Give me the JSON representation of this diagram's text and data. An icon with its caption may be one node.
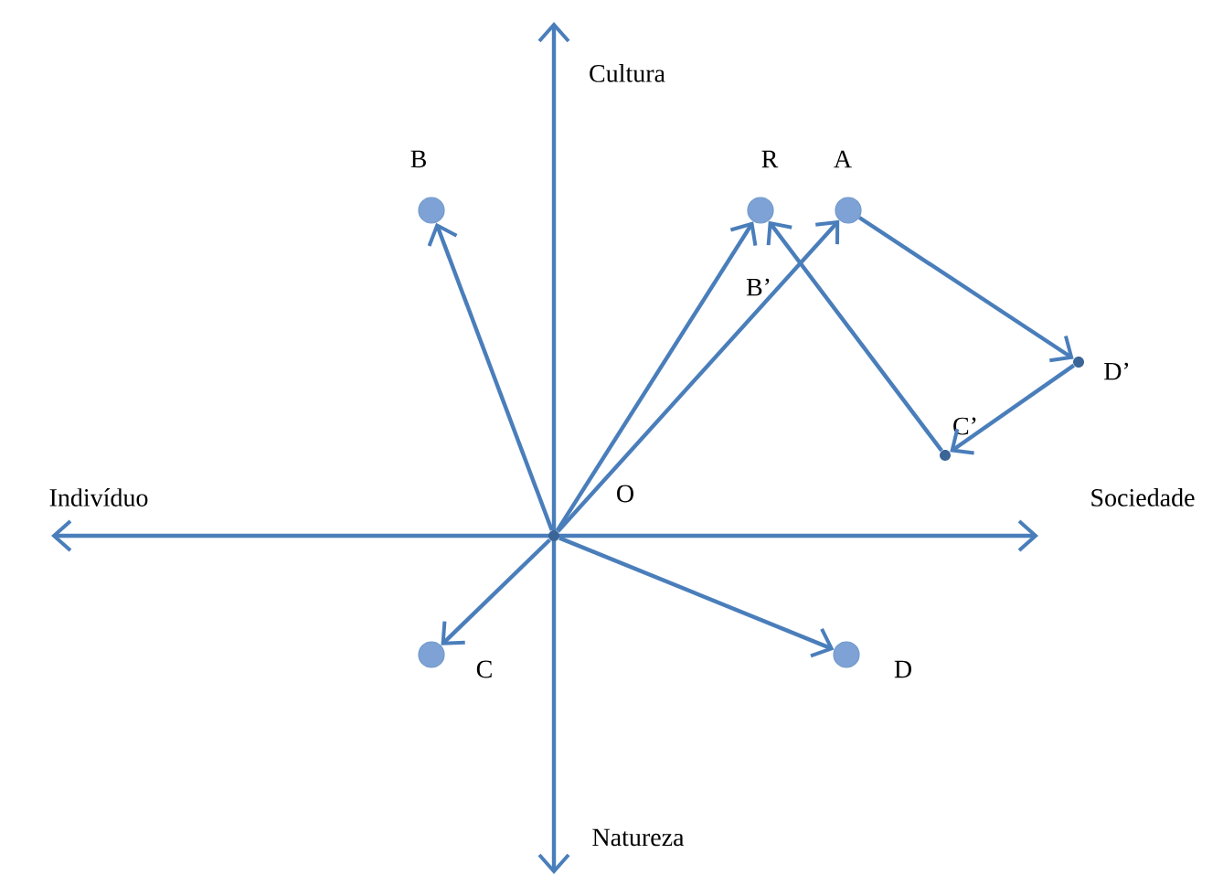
{
  "diagram": {
    "nodes": [
      {
        "text": [],
        "shape": "point",
        "beside": [
          "O"
        ]
      },
      {
        "text": [],
        "shape": "circle",
        "beside": [
          "B"
        ]
      },
      {
        "text": [],
        "shape": "circle",
        "beside": [
          "R"
        ]
      },
      {
        "text": [],
        "shape": "circle",
        "beside": [
          "A"
        ]
      },
      {
        "text": [],
        "shape": "circle",
        "beside": [
          "C"
        ]
      },
      {
        "text": [],
        "shape": "circle",
        "beside": [
          "D"
        ]
      },
      {
        "text": [],
        "shape": "point",
        "beside": [
          "D’"
        ]
      },
      {
        "text": [],
        "shape": "point",
        "beside": [
          "C’"
        ]
      }
    ],
    "edges": [
      {
        "from": 0,
        "to": 1,
        "arrow": "to"
      },
      {
        "from": 0,
        "to": 2,
        "arrow": "to"
      },
      {
        "from": 0,
        "to": 3,
        "arrow": "to"
      },
      {
        "from": 0,
        "to": 4,
        "arrow": "to"
      },
      {
        "from": 0,
        "to": 5,
        "arrow": "to"
      },
      {
        "from": 3,
        "to": 6,
        "arrow": "to"
      },
      {
        "from": 6,
        "to": 7,
        "arrow": "to"
      },
      {
        "from": 7,
        "to": 2,
        "arrow": "to"
      }
    ],
    "labels": [
      "Cultura",
      "Indivíduo",
      "Sociedade",
      "B’",
      "Natureza"
    ]
  }
}
